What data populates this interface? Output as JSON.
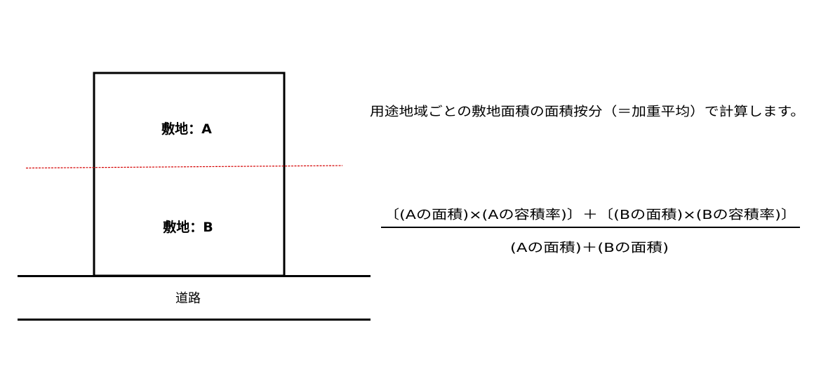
{
  "diagram": {
    "lot_a_label": "敷地：A",
    "lot_b_label": "敷地：B",
    "road_label": "道路",
    "description": "用途地域ごとの敷地面積の面積按分（＝加重平均）で計算します。",
    "formula": {
      "numerator": "〔(Aの面積)×(Aの容積率)〕＋〔(Bの面積)×(Bの容積率)〕",
      "denominator": "(Aの面積)＋(Bの面積)"
    },
    "colors": {
      "boundary_line": "#d40000",
      "stroke": "#000000"
    }
  }
}
